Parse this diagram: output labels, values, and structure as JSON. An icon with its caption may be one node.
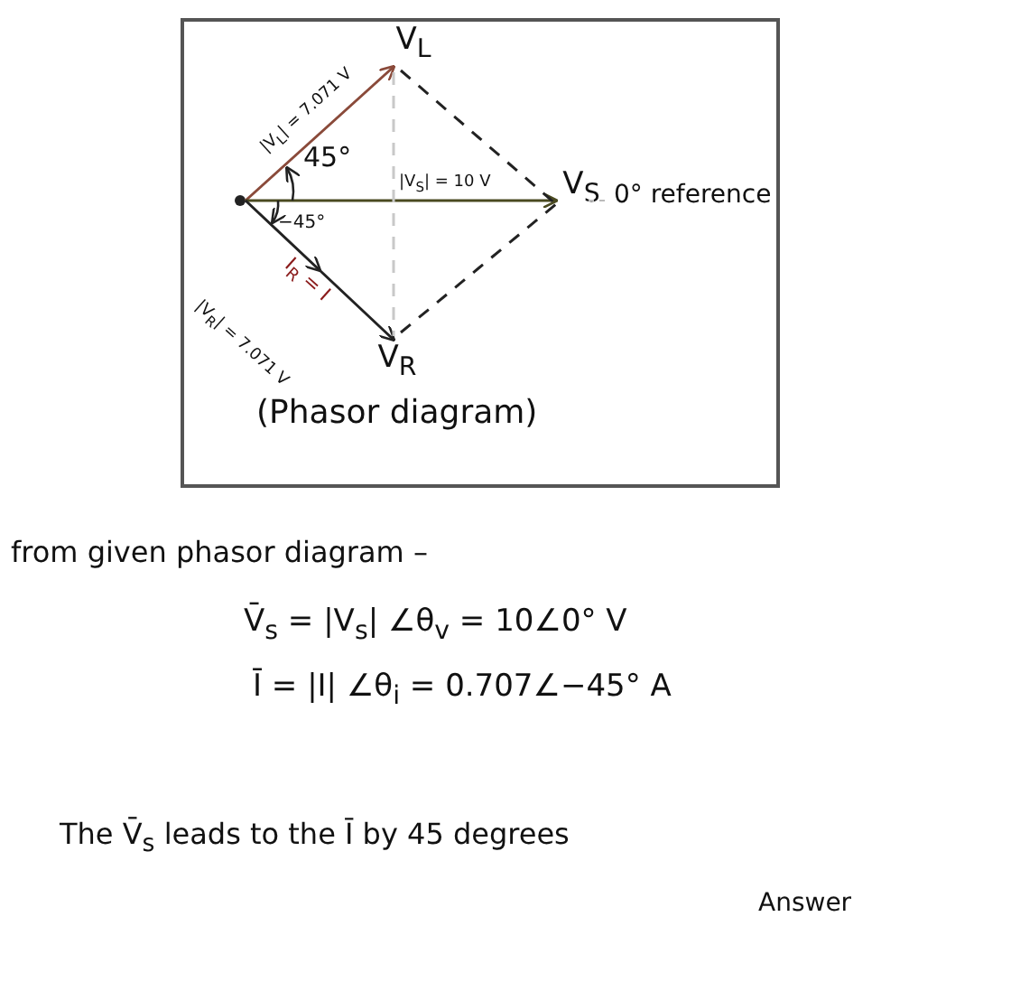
{
  "diagram": {
    "nodes": [
      {
        "text": [
          "(Phasor diagram)"
        ]
      },
      {
        "text": [],
        "shape": "point",
        "in": 0
      },
      {
        "text": [
          "V$_{L}$"
        ],
        "in": 0
      },
      {
        "text": [
          "V$_{S}$"
        ],
        "in": 0
      },
      {
        "text": [
          "V$_{R}$"
        ],
        "in": 0
      }
    ],
    "edges": [
      {
        "from": 1,
        "to": 2,
        "arrow": "to",
        "label": "|V$_{L}$| = 7.071 V",
        "color": "#8a4a3a"
      },
      {
        "from": 1,
        "to": 3,
        "arrow": "to",
        "label": "|V$_{S}$| = 10 V",
        "color": "#4a4a20"
      },
      {
        "from": 1,
        "to": 4,
        "arrow": "to",
        "label": "|V$_{R}$| = 7.071 V"
      },
      {
        "from": 2,
        "to": 3,
        "arrow": "none",
        "style": "dashed"
      },
      {
        "from": 4,
        "to": 3,
        "arrow": "none",
        "style": "dashed"
      },
      {
        "from": 2,
        "to": 4,
        "arrow": "none",
        "style": "dashed",
        "color": "#c8c8c8"
      }
    ],
    "labels": [
      "45°",
      "−45°",
      "I$_{R}$ = I",
      "0° reference",
      "from given phasor diagram –",
      "V̄$_{s}$ = |V$_{s}$| ∠θ$_{v}$ = 10∠0° V",
      "Ī = |I| ∠θ$_{i}$ = 0.707∠−45° A",
      "The V̄$_{s}$ leads to the Ī by 45 degrees",
      "Answer"
    ]
  }
}
